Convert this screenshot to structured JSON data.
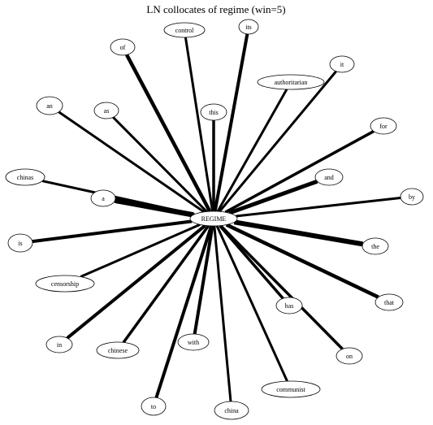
{
  "title": "LN collocates of regime (win=5)",
  "center": {
    "id": "regime",
    "label": "REGIME"
  },
  "nodes": [
    {
      "id": "control",
      "label": "control"
    },
    {
      "id": "its",
      "label": "its"
    },
    {
      "id": "of",
      "label": "of"
    },
    {
      "id": "it",
      "label": "it"
    },
    {
      "id": "authoritarian",
      "label": "authoritarian"
    },
    {
      "id": "an",
      "label": "an"
    },
    {
      "id": "as",
      "label": "as"
    },
    {
      "id": "this",
      "label": "this"
    },
    {
      "id": "for",
      "label": "for"
    },
    {
      "id": "chinas",
      "label": "chinas"
    },
    {
      "id": "and",
      "label": "and"
    },
    {
      "id": "a",
      "label": "a"
    },
    {
      "id": "by",
      "label": "by"
    },
    {
      "id": "is",
      "label": "is"
    },
    {
      "id": "the",
      "label": "the"
    },
    {
      "id": "censorship",
      "label": "censorship"
    },
    {
      "id": "has",
      "label": "has"
    },
    {
      "id": "that",
      "label": "that"
    },
    {
      "id": "in",
      "label": "in"
    },
    {
      "id": "chinese",
      "label": "chinese"
    },
    {
      "id": "with",
      "label": "with"
    },
    {
      "id": "on",
      "label": "on"
    },
    {
      "id": "communist",
      "label": "communist"
    },
    {
      "id": "to",
      "label": "to"
    },
    {
      "id": "china",
      "label": "china"
    }
  ]
}
